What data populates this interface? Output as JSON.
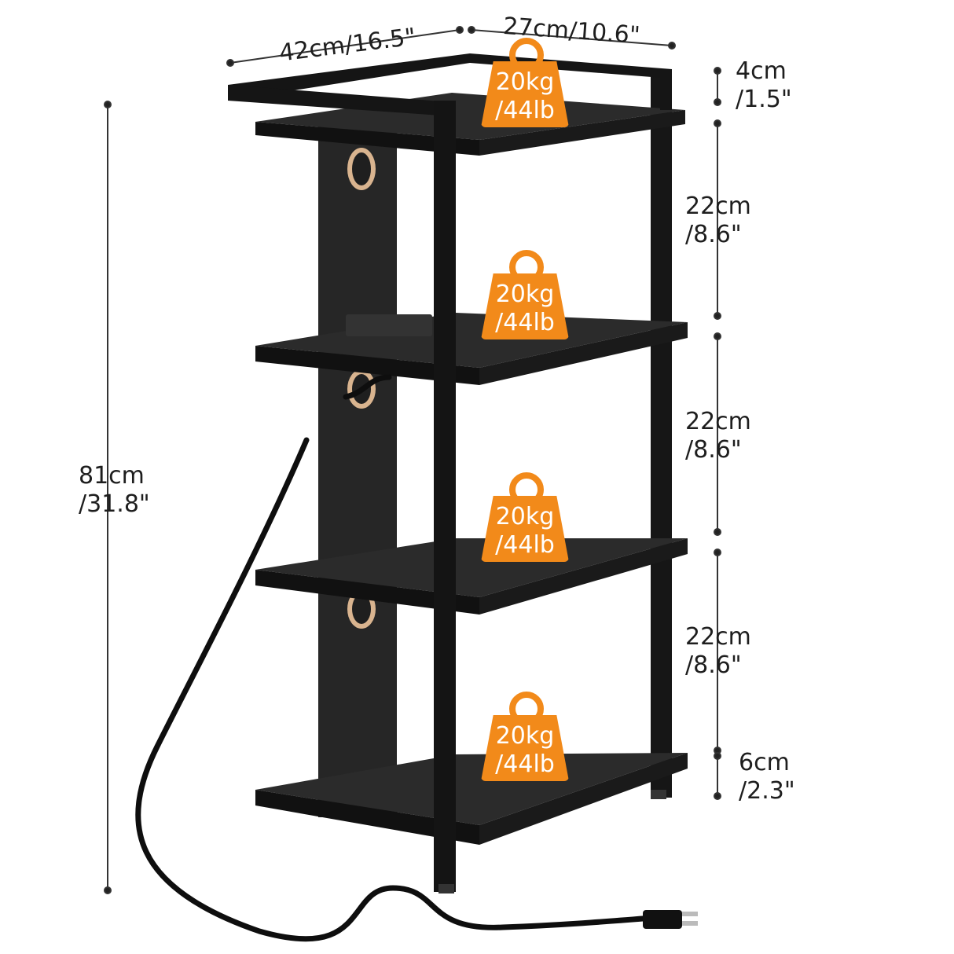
{
  "dimensions": {
    "width": "42cm/16.5\"",
    "depth": "27cm/10.6\"",
    "top_rail": {
      "cm": "4cm",
      "in": "/1.5\""
    },
    "gap1": {
      "cm": "22cm",
      "in": "/8.6\""
    },
    "gap2": {
      "cm": "22cm",
      "in": "/8.6\""
    },
    "gap3": {
      "cm": "22cm",
      "in": "/8.6\""
    },
    "bottom": {
      "cm": "6cm",
      "in": "/2.3\""
    },
    "height": {
      "cm": "81cm",
      "in": "/31.8\""
    }
  },
  "load_badges": [
    {
      "kg": "20kg",
      "lb": "/44lb"
    },
    {
      "kg": "20kg",
      "lb": "/44lb"
    },
    {
      "kg": "20kg",
      "lb": "/44lb"
    },
    {
      "kg": "20kg",
      "lb": "/44lb"
    }
  ],
  "colors": {
    "badge": "#F28A1A",
    "frame": "#1b1b1b",
    "shelf": "#222222",
    "dimension_line": "#222222"
  }
}
